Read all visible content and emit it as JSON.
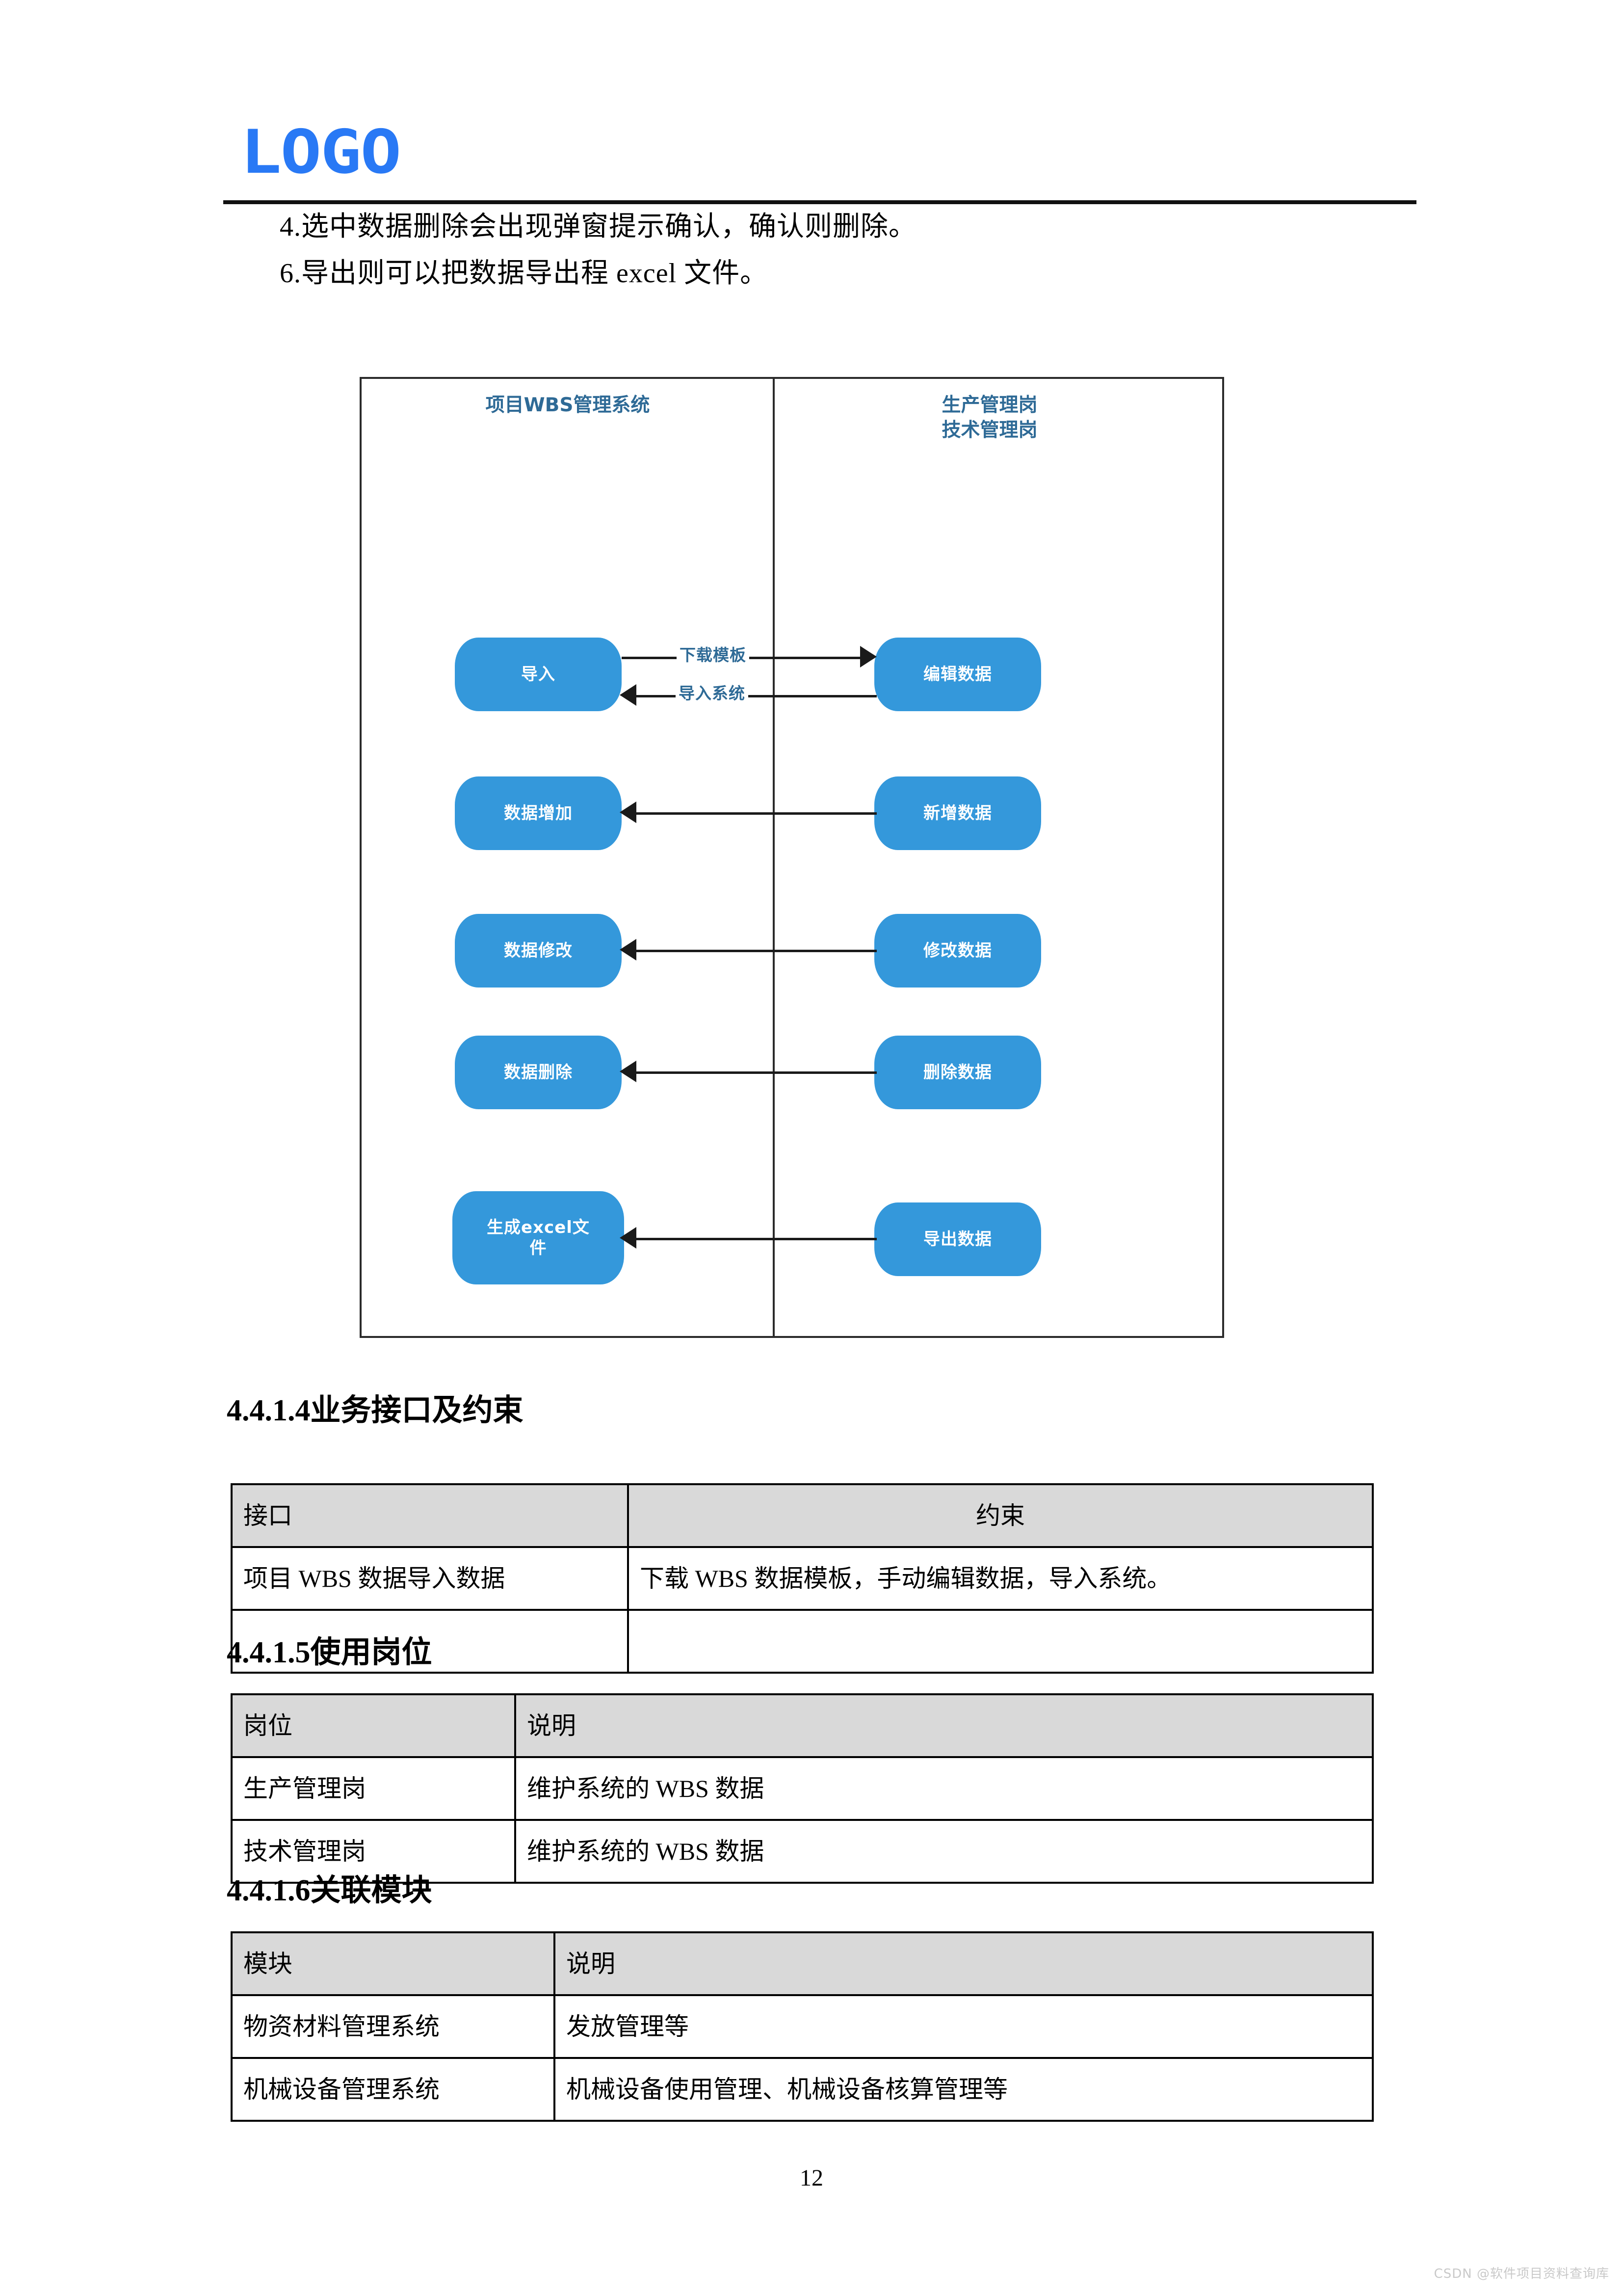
{
  "header": {
    "logo_text": "LOGO",
    "logo_color": "#2979f5"
  },
  "body_paragraphs": [
    "4.选中数据删除会出现弹窗提示确认，确认则删除。",
    "6.导出则可以把数据导出程 excel 文件。"
  ],
  "diagram": {
    "lane_left_title": "项目WBS管理系统",
    "lane_right_title_line1": "生产管理岗",
    "lane_right_title_line2": "技术管理岗",
    "node_color": "#3498db",
    "title_color": "#2e6a96",
    "rows": [
      {
        "left_node": "导入",
        "right_node": "编辑数据",
        "edge_top_label": "下载模板",
        "edge_bottom_label": "导入系统",
        "edge_top_direction": "right",
        "edge_bottom_direction": "left"
      },
      {
        "left_node": "数据增加",
        "right_node": "新增数据",
        "edge_label": "",
        "edge_direction": "left"
      },
      {
        "left_node": "数据修改",
        "right_node": "修改数据",
        "edge_label": "",
        "edge_direction": "left"
      },
      {
        "left_node": "数据删除",
        "right_node": "删除数据",
        "edge_label": "",
        "edge_direction": "left"
      },
      {
        "left_node_line1": "生成excel文",
        "left_node_line2": "件",
        "right_node": "导出数据",
        "edge_label": "",
        "edge_direction": "left"
      }
    ]
  },
  "sections": [
    {
      "heading": "4.4.1.4业务接口及约束",
      "table": {
        "headers": [
          "接口",
          "约束"
        ],
        "rows": [
          [
            "项目 WBS 数据导入数据",
            "下载 WBS 数据模板，手动编辑数据，导入系统。"
          ],
          [
            "",
            ""
          ]
        ]
      }
    },
    {
      "heading": "4.4.1.5使用岗位",
      "table": {
        "headers": [
          "岗位",
          "说明"
        ],
        "rows": [
          [
            "生产管理岗",
            "维护系统的 WBS 数据"
          ],
          [
            "技术管理岗",
            "维护系统的 WBS 数据"
          ]
        ]
      }
    },
    {
      "heading": "4.4.1.6关联模块",
      "table": {
        "headers": [
          "模块",
          "说明"
        ],
        "rows": [
          [
            "物资材料管理系统",
            "发放管理等"
          ],
          [
            "机械设备管理系统",
            "机械设备使用管理、机械设备核算管理等"
          ]
        ]
      }
    }
  ],
  "footer": {
    "page_number": "12",
    "watermark": "CSDN @软件项目资料查询库"
  }
}
